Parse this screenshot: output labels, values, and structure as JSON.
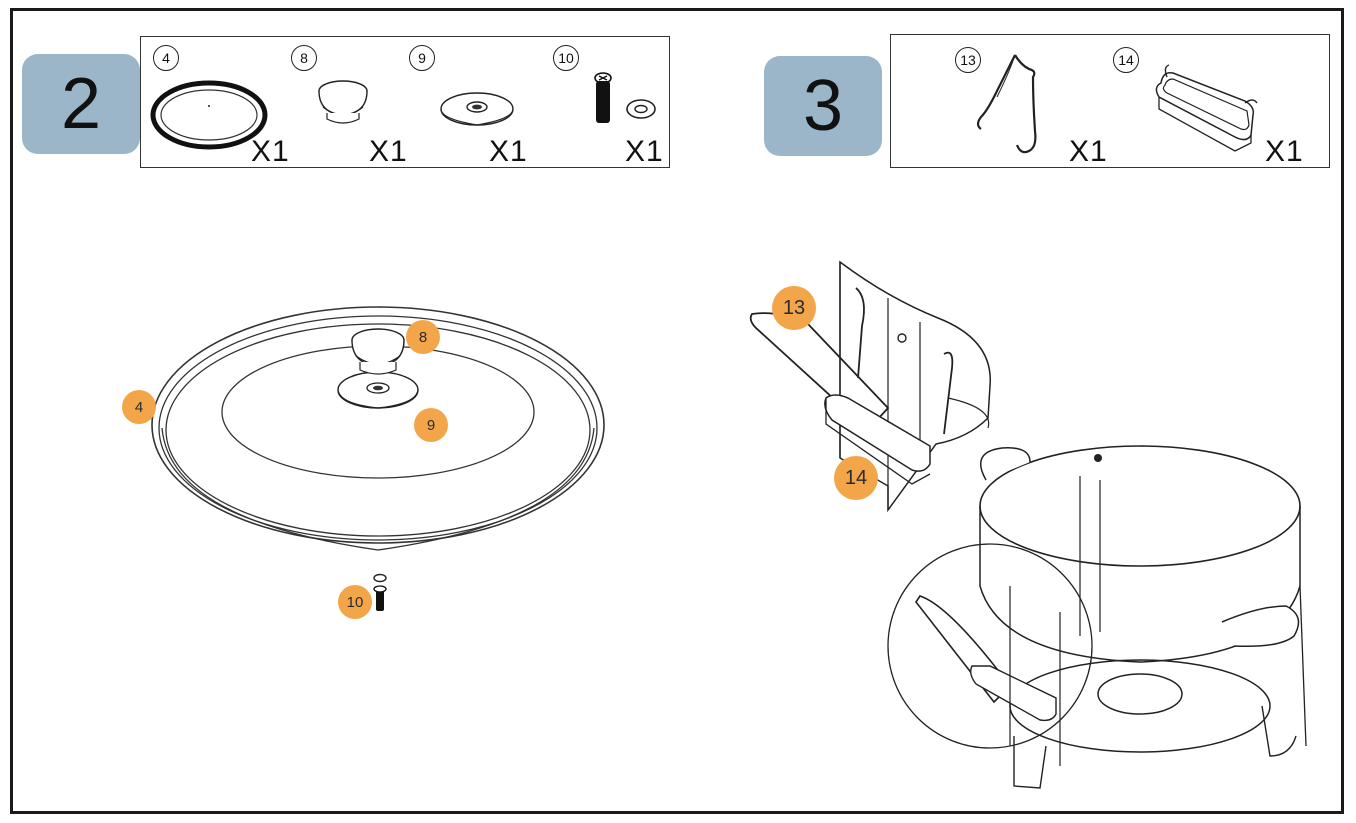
{
  "steps": [
    {
      "number": "2",
      "parts": [
        {
          "id": "4",
          "qty": "X1"
        },
        {
          "id": "8",
          "qty": "X1"
        },
        {
          "id": "9",
          "qty": "X1"
        },
        {
          "id": "10",
          "qty": "X1"
        }
      ],
      "callouts": [
        "8",
        "4",
        "9",
        "10"
      ]
    },
    {
      "number": "3",
      "parts": [
        {
          "id": "13",
          "qty": "X1"
        },
        {
          "id": "14",
          "qty": "X1"
        }
      ],
      "callouts": [
        "13",
        "14"
      ]
    }
  ],
  "colors": {
    "badge": "#9ab6c8",
    "callout": "#f2a649",
    "line": "#1a1a1a"
  }
}
